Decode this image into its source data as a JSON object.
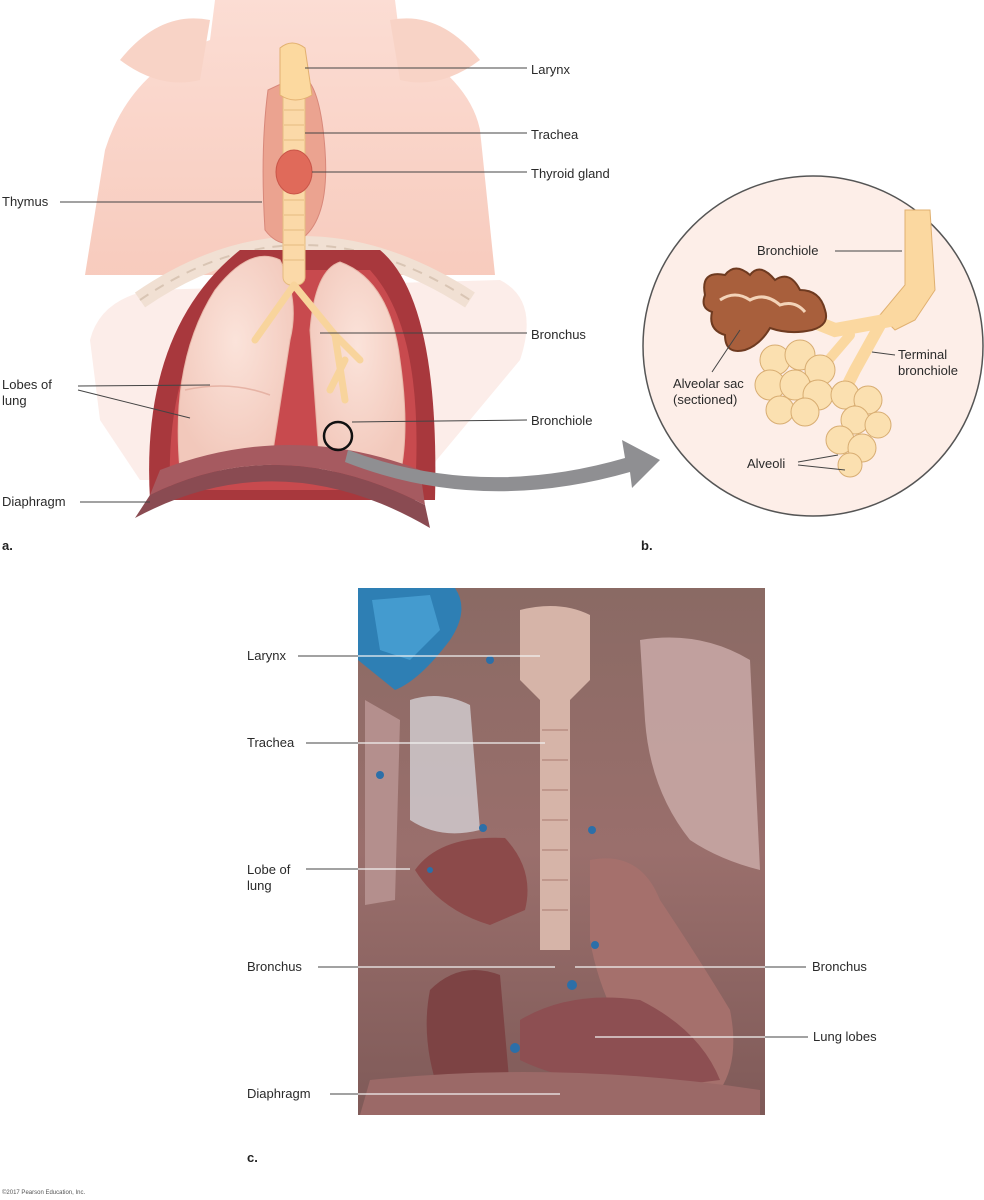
{
  "panel_a": {
    "letter": "a.",
    "labels": {
      "larynx": "Larynx",
      "trachea": "Trachea",
      "thyroid": "Thyroid gland",
      "thymus": "Thymus",
      "bronchus": "Bronchus",
      "lobes": "Lobes of\nlung",
      "bronchiole": "Bronchiole",
      "diaphragm": "Diaphragm"
    }
  },
  "panel_b": {
    "letter": "b.",
    "labels": {
      "bronchiole": "Bronchiole",
      "alveolar_sac": "Alveolar sac\n(sectioned)",
      "terminal": "Terminal\nbronchiole",
      "alveoli": "Alveoli"
    }
  },
  "panel_c": {
    "letter": "c.",
    "labels": {
      "larynx": "Larynx",
      "trachea": "Trachea",
      "lobe": "Lobe of\nlung",
      "bronchus_left": "Bronchus",
      "bronchus_right": "Bronchus",
      "lung_lobes": "Lung lobes",
      "diaphragm": "Diaphragm"
    }
  },
  "copyright": "©2017 Pearson Education, Inc."
}
